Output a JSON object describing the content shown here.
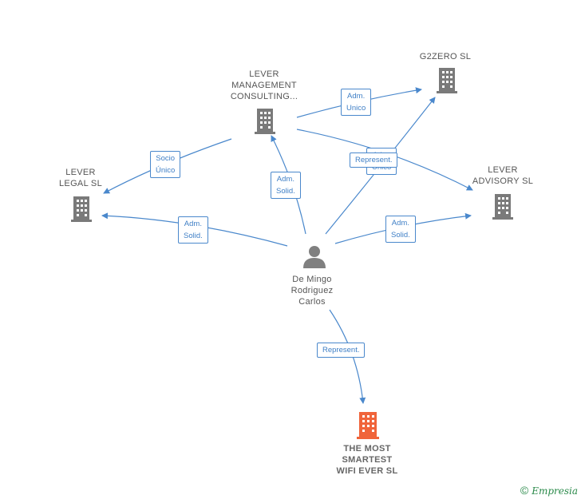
{
  "nodes": {
    "g2zero": {
      "lines": [
        "G2ZERO  SL"
      ]
    },
    "lever_management": {
      "lines": [
        "LEVER",
        "MANAGEMENT",
        "CONSULTING..."
      ]
    },
    "lever_legal": {
      "lines": [
        "LEVER",
        "LEGAL  SL"
      ]
    },
    "lever_advisory": {
      "lines": [
        "LEVER",
        "ADVISORY  SL"
      ]
    },
    "person": {
      "lines": [
        "De Mingo",
        "Rodriguez",
        "Carlos"
      ]
    },
    "main_company": {
      "lines": [
        "THE MOST",
        "SMARTEST",
        "WIFI EVER  SL"
      ]
    }
  },
  "edges": {
    "mgmt_to_g2zero": {
      "lines": [
        "Adm.",
        "Unico"
      ]
    },
    "mgmt_to_legal": {
      "lines": [
        "Socio",
        "Único"
      ]
    },
    "person_to_mgmt": {
      "lines": [
        "Adm.",
        "Solid."
      ]
    },
    "mgmt_to_advisory_a": {
      "lines": [
        "Adm.",
        "Unico"
      ]
    },
    "mgmt_to_advisory_b": {
      "lines": [
        "Represent."
      ]
    },
    "person_to_legal": {
      "lines": [
        "Adm.",
        "Solid."
      ]
    },
    "person_to_advisory": {
      "lines": [
        "Adm.",
        "Solid."
      ]
    },
    "person_to_main": {
      "lines": [
        "Represent."
      ]
    }
  },
  "colors": {
    "edge": "#4a88cc",
    "building": "#7a7a7a",
    "main_building": "#f0643a",
    "person": "#808080"
  },
  "footer": {
    "copyright": "©",
    "brand": "Empresia"
  }
}
